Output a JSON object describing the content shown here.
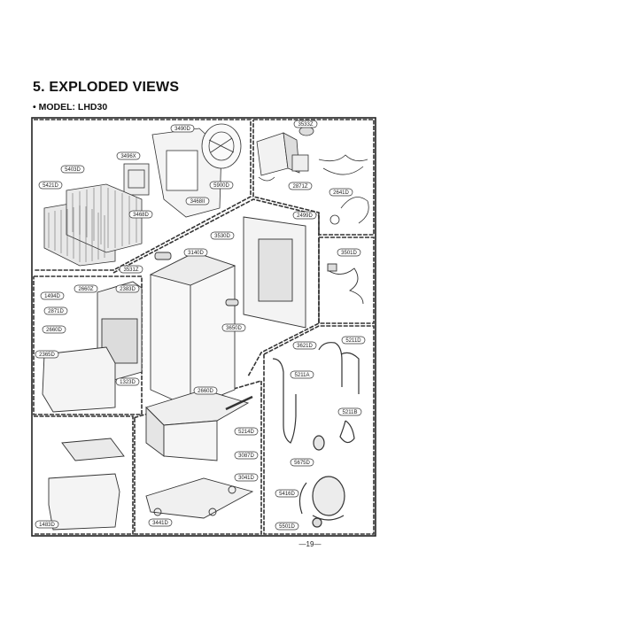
{
  "title": "5. EXPLODED VIEWS",
  "subtitle": "• MODEL: LHD30",
  "page_number": "—19—",
  "part_labels": [
    "3490D",
    "3496X",
    "3468D",
    "5900D",
    "5403D",
    "5421D",
    "3468II",
    "3533Z",
    "2871Z",
    "2499D",
    "2641D",
    "3530D",
    "3140D",
    "3531Z",
    "2383D",
    "1494D",
    "2660Z",
    "2871D",
    "2660D",
    "2365D",
    "1323D",
    "3501D",
    "3621D",
    "3650D",
    "5211D",
    "5211A",
    "5211B",
    "2660D",
    "5214D",
    "3087D",
    "3041D",
    "1483D",
    "3441D",
    "5675D",
    "5416D",
    "5501D"
  ]
}
